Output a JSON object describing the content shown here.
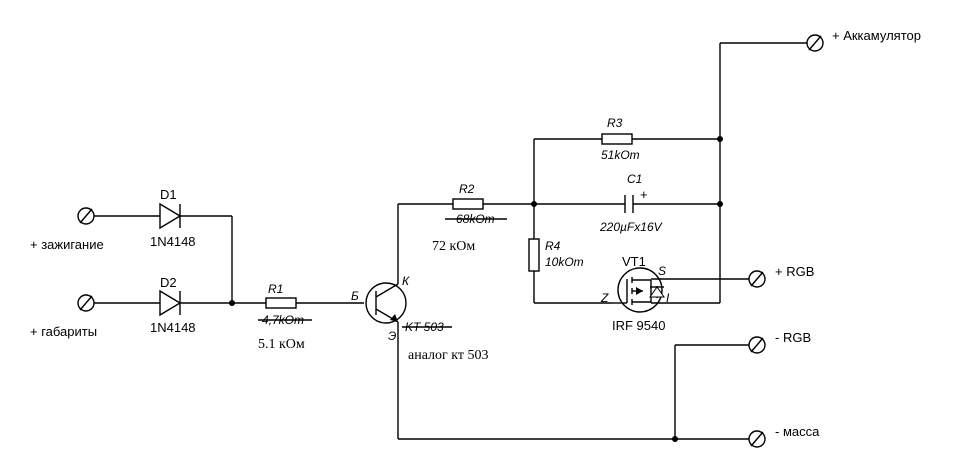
{
  "terminals": {
    "ignition": "+ зажигание",
    "parking_lights": "+ габариты",
    "battery": "+ Аккамулятор",
    "rgb_plus": "+ RGB",
    "rgb_minus": "- RGB",
    "ground": "- масса"
  },
  "components": {
    "d1": {
      "name": "D1",
      "value": "1N4148"
    },
    "d2": {
      "name": "D2",
      "value": "1N4148"
    },
    "r1": {
      "name": "R1",
      "value": "4,7kOm",
      "note": "5.1 кОм"
    },
    "r2": {
      "name": "R2",
      "value": "68kOm",
      "note": "72 кОм"
    },
    "r3": {
      "name": "R3",
      "value": "51kOm"
    },
    "r4": {
      "name": "R4",
      "value": "10kOm"
    },
    "c1": {
      "name": "C1",
      "value": "220µFx16V",
      "polarity": "+"
    },
    "vt1": {
      "name": "VT1",
      "value": "IRF 9540",
      "pin_s": "S",
      "pin_z": "Z",
      "pin_i": "I"
    },
    "transistor": {
      "value": "KT 503",
      "pin_b": "Б",
      "pin_k": "К",
      "pin_e": "Э",
      "note": "аналог кт 503"
    }
  }
}
